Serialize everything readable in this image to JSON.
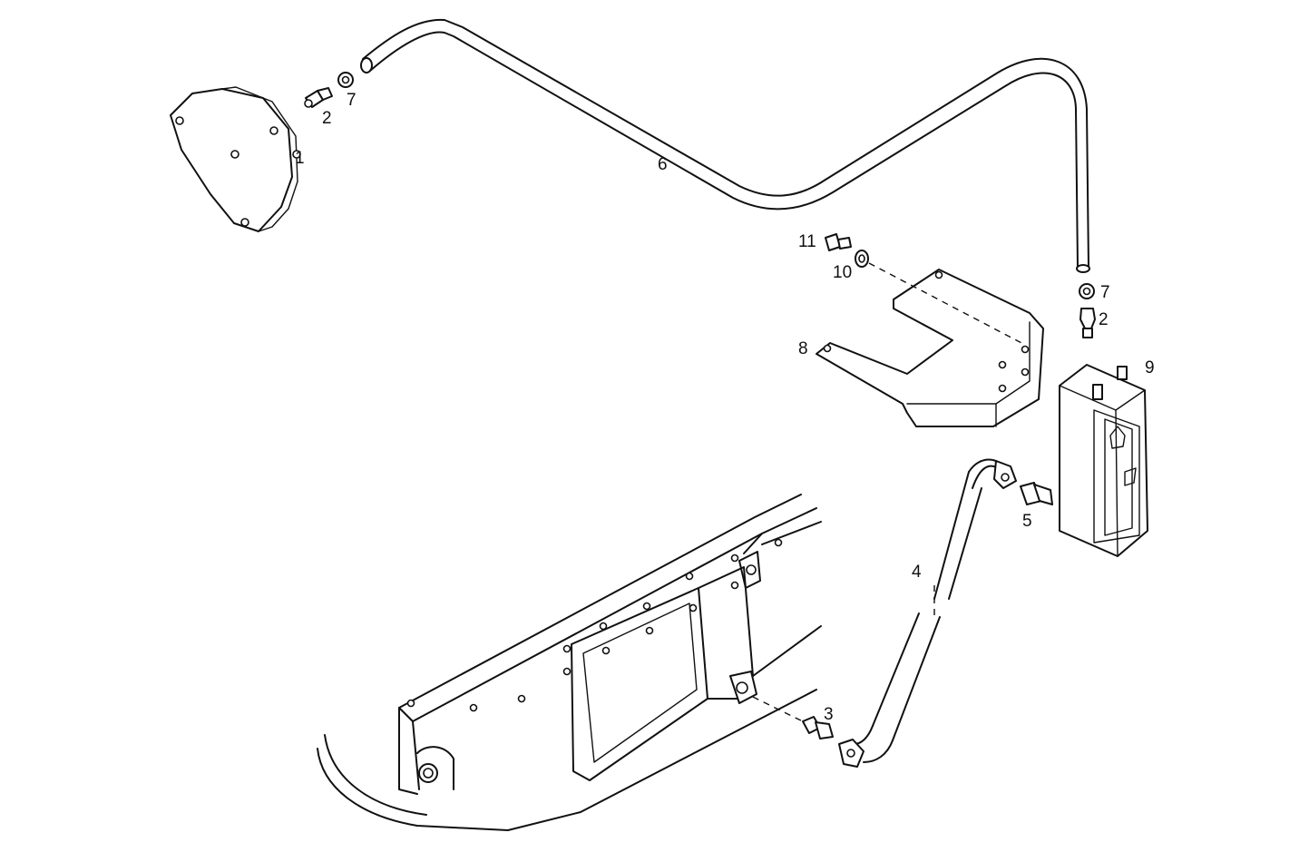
{
  "callouts": {
    "c1": "1",
    "c2_top": "2",
    "c7_top": "7",
    "c6": "6",
    "c11": "11",
    "c10": "10",
    "c7_right": "7",
    "c2_right": "2",
    "c8": "8",
    "c9": "9",
    "c5": "5",
    "c4": "4",
    "c3": "3"
  }
}
